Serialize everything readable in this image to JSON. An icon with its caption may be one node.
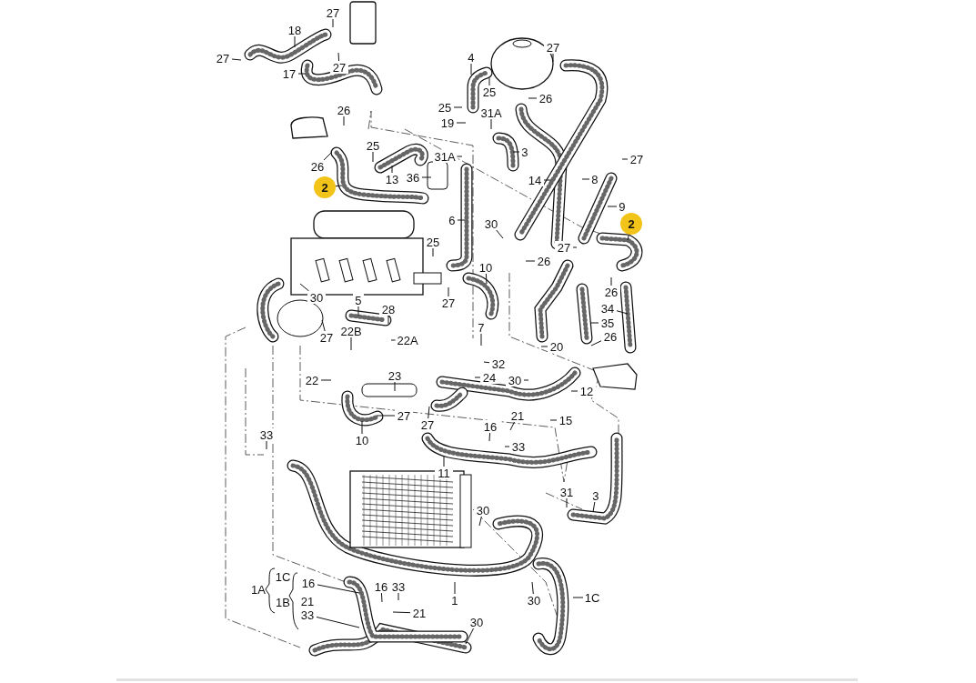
{
  "diagram": {
    "nodes": [
      {
        "text": [
          "27"
        ]
      },
      {
        "text": [
          "18"
        ]
      },
      {
        "text": [
          "27"
        ]
      },
      {
        "text": [
          "27"
        ]
      },
      {
        "text": [
          "17"
        ]
      },
      {
        "text": [
          "4"
        ]
      },
      {
        "text": [
          "27"
        ]
      },
      {
        "text": [
          "25"
        ]
      },
      {
        "text": [
          "26"
        ]
      },
      {
        "text": [
          "25"
        ]
      },
      {
        "text": [
          "19"
        ]
      },
      {
        "text": [
          "31A"
        ]
      },
      {
        "text": [
          "26"
        ]
      },
      {
        "text": [
          "3"
        ]
      },
      {
        "text": [
          "25"
        ]
      },
      {
        "text": [
          "31A"
        ]
      },
      {
        "text": [
          "26"
        ]
      },
      {
        "text": [
          "13"
        ]
      },
      {
        "text": [
          "36"
        ]
      },
      {
        "text": [
          "2"
        ]
      },
      {
        "text": [
          "14"
        ]
      },
      {
        "text": [
          "8"
        ]
      },
      {
        "text": [
          "27"
        ]
      },
      {
        "text": [
          "9"
        ]
      },
      {
        "text": [
          "2"
        ]
      },
      {
        "text": [
          "6"
        ]
      },
      {
        "text": [
          "30"
        ]
      },
      {
        "text": [
          "25"
        ]
      },
      {
        "text": [
          "27"
        ]
      },
      {
        "text": [
          "26"
        ]
      },
      {
        "text": [
          "10"
        ]
      },
      {
        "text": [
          "30"
        ]
      },
      {
        "text": [
          "27"
        ]
      },
      {
        "text": [
          "5"
        ]
      },
      {
        "text": [
          "28"
        ]
      },
      {
        "text": [
          "26"
        ]
      },
      {
        "text": [
          "34"
        ]
      },
      {
        "text": [
          "35"
        ]
      },
      {
        "text": [
          "26"
        ]
      },
      {
        "text": [
          "27"
        ]
      },
      {
        "text": [
          "22B"
        ]
      },
      {
        "text": [
          "22A"
        ]
      },
      {
        "text": [
          "7"
        ]
      },
      {
        "text": [
          "20"
        ]
      },
      {
        "text": [
          "32"
        ]
      },
      {
        "text": [
          "22"
        ]
      },
      {
        "text": [
          "23"
        ]
      },
      {
        "text": [
          "24"
        ]
      },
      {
        "text": [
          "30"
        ]
      },
      {
        "text": [
          "12"
        ]
      },
      {
        "text": [
          "27"
        ]
      },
      {
        "text": [
          "27"
        ]
      },
      {
        "text": [
          "10"
        ]
      },
      {
        "text": [
          "16"
        ]
      },
      {
        "text": [
          "21"
        ]
      },
      {
        "text": [
          "15"
        ]
      },
      {
        "text": [
          "33"
        ]
      },
      {
        "text": [
          "11"
        ]
      },
      {
        "text": [
          "33"
        ]
      },
      {
        "text": [
          "31"
        ]
      },
      {
        "text": [
          "3"
        ]
      },
      {
        "text": [
          "30"
        ]
      },
      {
        "text": [
          "1"
        ]
      },
      {
        "text": [
          "16"
        ]
      },
      {
        "text": [
          "33"
        ]
      },
      {
        "text": [
          "16"
        ]
      },
      {
        "text": [
          "33"
        ]
      },
      {
        "text": [
          "21"
        ]
      },
      {
        "text": [
          "30"
        ]
      },
      {
        "text": [
          "1C"
        ]
      },
      {
        "text": [
          "30"
        ]
      }
    ],
    "edges": [
      {
        "from": 0,
        "to": null,
        "arrow": "none"
      },
      {
        "from": 1,
        "to": null,
        "arrow": "none"
      },
      {
        "from": 2,
        "to": null,
        "arrow": "none"
      },
      {
        "from": 3,
        "to": null,
        "arrow": "none"
      },
      {
        "from": 4,
        "to": null,
        "arrow": "none"
      },
      {
        "from": 5,
        "to": null,
        "arrow": "none"
      },
      {
        "from": 6,
        "to": null,
        "arrow": "none"
      },
      {
        "from": 7,
        "to": null,
        "arrow": "none"
      },
      {
        "from": 8,
        "to": null,
        "arrow": "none"
      },
      {
        "from": 9,
        "to": null,
        "arrow": "none"
      },
      {
        "from": 10,
        "to": null,
        "arrow": "none"
      },
      {
        "from": 11,
        "to": null,
        "arrow": "none"
      },
      {
        "from": 12,
        "to": null,
        "arrow": "none"
      },
      {
        "from": 13,
        "to": null,
        "arrow": "none"
      },
      {
        "from": 14,
        "to": null,
        "arrow": "none"
      },
      {
        "from": 15,
        "to": null,
        "arrow": "none"
      },
      {
        "from": 16,
        "to": null,
        "arrow": "none"
      },
      {
        "from": 17,
        "to": null,
        "arrow": "none"
      },
      {
        "from": 18,
        "to": null,
        "arrow": "none"
      },
      {
        "from": 19,
        "to": null,
        "arrow": "none"
      },
      {
        "from": 20,
        "to": null,
        "arrow": "none"
      },
      {
        "from": 21,
        "to": null,
        "arrow": "none"
      },
      {
        "from": 22,
        "to": null,
        "arrow": "none"
      },
      {
        "from": 23,
        "to": null,
        "arrow": "none"
      },
      {
        "from": 24,
        "to": null,
        "arrow": "none"
      },
      {
        "from": 25,
        "to": null,
        "arrow": "none"
      },
      {
        "from": 26,
        "to": null,
        "arrow": "none"
      },
      {
        "from": 27,
        "to": null,
        "arrow": "none"
      },
      {
        "from": 28,
        "to": null,
        "arrow": "none"
      },
      {
        "from": 29,
        "to": null,
        "arrow": "none"
      },
      {
        "from": 30,
        "to": null,
        "arrow": "none"
      },
      {
        "from": 31,
        "to": null,
        "arrow": "none"
      },
      {
        "from": 32,
        "to": null,
        "arrow": "none"
      },
      {
        "from": 33,
        "to": null,
        "arrow": "none"
      },
      {
        "from": 34,
        "to": null,
        "arrow": "none"
      },
      {
        "from": 35,
        "to": null,
        "arrow": "none"
      },
      {
        "from": 36,
        "to": null,
        "arrow": "none"
      },
      {
        "from": 37,
        "to": null,
        "arrow": "none"
      },
      {
        "from": 38,
        "to": null,
        "arrow": "none"
      },
      {
        "from": 39,
        "to": null,
        "arrow": "none"
      },
      {
        "from": 40,
        "to": null,
        "arrow": "none"
      },
      {
        "from": 41,
        "to": null,
        "arrow": "none"
      },
      {
        "from": 42,
        "to": null,
        "arrow": "none"
      },
      {
        "from": 43,
        "to": null,
        "arrow": "none"
      },
      {
        "from": 44,
        "to": null,
        "arrow": "none"
      },
      {
        "from": 45,
        "to": null,
        "arrow": "none"
      },
      {
        "from": 46,
        "to": null,
        "arrow": "none"
      },
      {
        "from": 47,
        "to": null,
        "arrow": "none"
      },
      {
        "from": 48,
        "to": null,
        "arrow": "none"
      },
      {
        "from": 49,
        "to": null,
        "arrow": "none"
      },
      {
        "from": 50,
        "to": null,
        "arrow": "none"
      },
      {
        "from": 51,
        "to": null,
        "arrow": "none"
      },
      {
        "from": 52,
        "to": null,
        "arrow": "none"
      },
      {
        "from": 53,
        "to": null,
        "arrow": "none"
      },
      {
        "from": 54,
        "to": null,
        "arrow": "none"
      },
      {
        "from": 55,
        "to": null,
        "arrow": "none"
      },
      {
        "from": 56,
        "to": null,
        "arrow": "none"
      },
      {
        "from": 57,
        "to": null,
        "arrow": "none"
      },
      {
        "from": 58,
        "to": null,
        "arrow": "none"
      },
      {
        "from": 59,
        "to": null,
        "arrow": "none"
      },
      {
        "from": 60,
        "to": null,
        "arrow": "none"
      },
      {
        "from": 61,
        "to": null,
        "arrow": "none"
      },
      {
        "from": 62,
        "to": null,
        "arrow": "none"
      },
      {
        "from": 63,
        "to": null,
        "arrow": "none"
      },
      {
        "from": 64,
        "to": null,
        "arrow": "none"
      },
      {
        "from": 65,
        "to": null,
        "arrow": "none"
      },
      {
        "from": 66,
        "to": null,
        "arrow": "none"
      },
      {
        "from": 67,
        "to": null,
        "arrow": "none"
      },
      {
        "from": 68,
        "to": null,
        "arrow": "none"
      },
      {
        "from": 69,
        "to": null,
        "arrow": "none"
      },
      {
        "from": 70,
        "to": null,
        "arrow": "none"
      }
    ],
    "labels": [
      "1C",
      "1A",
      "1B",
      "21"
    ]
  }
}
